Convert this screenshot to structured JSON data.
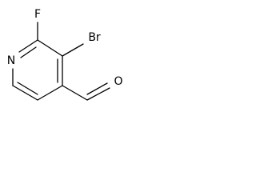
{
  "molecule": {
    "atoms": {
      "fluorine": "F",
      "bromine": "Br",
      "nitrogen": "N",
      "oxygen": "O"
    },
    "bonds": [
      {
        "id": "c2-c3"
      },
      {
        "id": "c3-c4"
      },
      {
        "id": "c4-c5"
      },
      {
        "id": "c5-c6"
      },
      {
        "id": "c6-n1"
      },
      {
        "id": "n1-c2"
      },
      {
        "id": "c2-f"
      },
      {
        "id": "c3-br"
      },
      {
        "id": "c4-cho"
      },
      {
        "id": "cho-o"
      }
    ]
  }
}
